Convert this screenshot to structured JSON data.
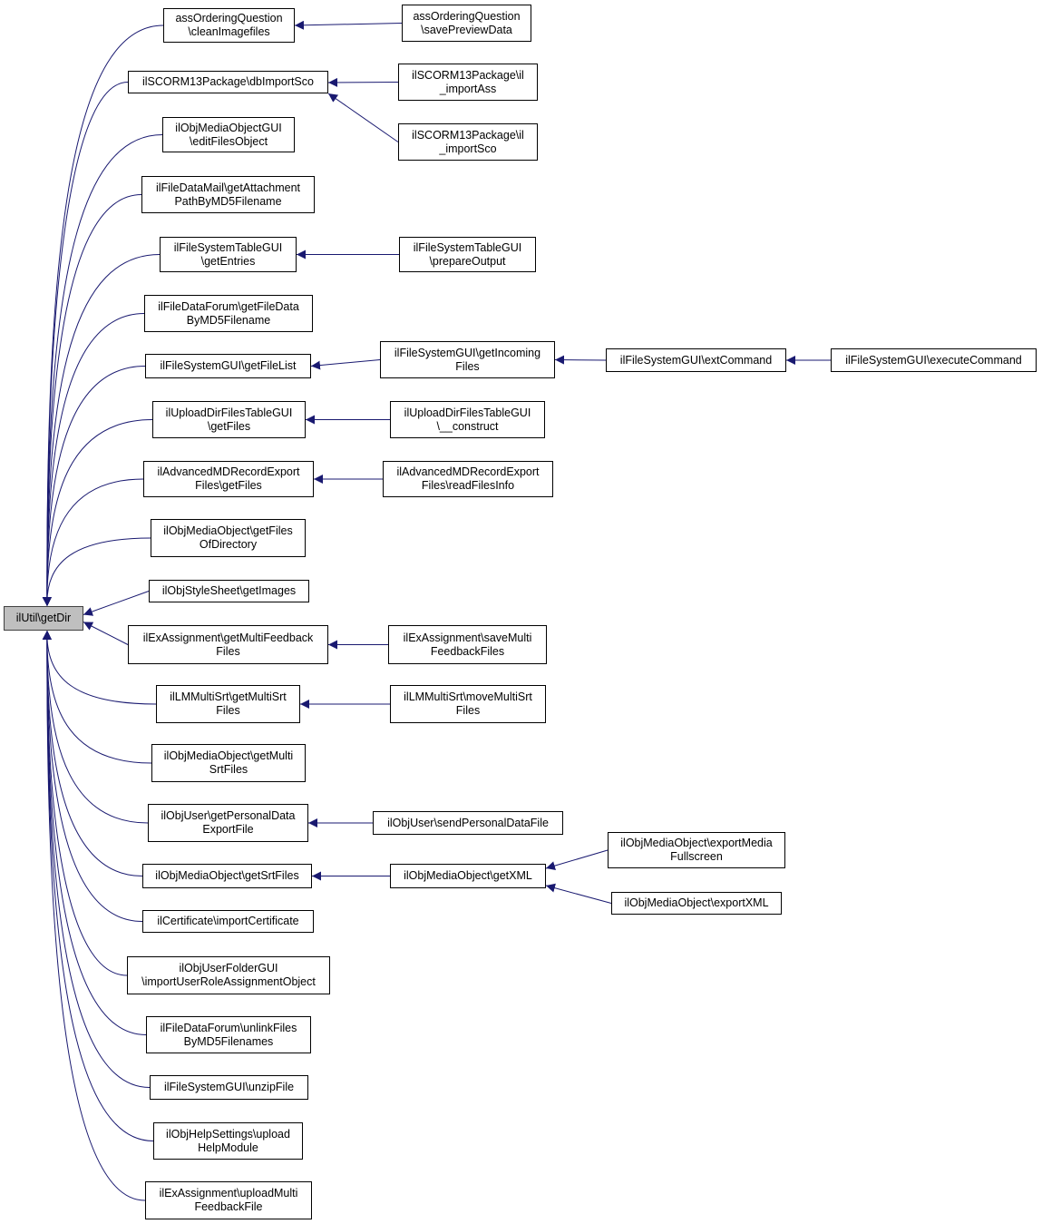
{
  "colors": {
    "edge": "#191970",
    "node_border": "#000000",
    "root_fill": "#bfbfbf",
    "node_fill": "#ffffff"
  },
  "nodes": [
    {
      "id": "root",
      "label": "ilUtil\\getDir",
      "root": true
    },
    {
      "id": "n1",
      "label": "assOrderingQuestion\n\\cleanImagefiles"
    },
    {
      "id": "n2",
      "label": "ilSCORM13Package\\dbImportSco"
    },
    {
      "id": "n3",
      "label": "ilObjMediaObjectGUI\n\\editFilesObject"
    },
    {
      "id": "n4",
      "label": "ilFileDataMail\\getAttachment\nPathByMD5Filename"
    },
    {
      "id": "n5",
      "label": "ilFileSystemTableGUI\n\\getEntries"
    },
    {
      "id": "n6",
      "label": "ilFileDataForum\\getFileData\nByMD5Filename"
    },
    {
      "id": "n7",
      "label": "ilFileSystemGUI\\getFileList"
    },
    {
      "id": "n8",
      "label": "ilUploadDirFilesTableGUI\n\\getFiles"
    },
    {
      "id": "n9",
      "label": "ilAdvancedMDRecordExport\nFiles\\getFiles"
    },
    {
      "id": "n10",
      "label": "ilObjMediaObject\\getFiles\nOfDirectory"
    },
    {
      "id": "n11",
      "label": "ilObjStyleSheet\\getImages"
    },
    {
      "id": "n12",
      "label": "ilExAssignment\\getMultiFeedback\nFiles"
    },
    {
      "id": "n13",
      "label": "ilLMMultiSrt\\getMultiSrt\nFiles"
    },
    {
      "id": "n14",
      "label": "ilObjMediaObject\\getMulti\nSrtFiles"
    },
    {
      "id": "n15",
      "label": "ilObjUser\\getPersonalData\nExportFile"
    },
    {
      "id": "n16",
      "label": "ilObjMediaObject\\getSrtFiles"
    },
    {
      "id": "n17",
      "label": "ilCertificate\\importCertificate"
    },
    {
      "id": "n18",
      "label": "ilObjUserFolderGUI\n\\importUserRoleAssignmentObject"
    },
    {
      "id": "n19",
      "label": "ilFileDataForum\\unlinkFiles\nByMD5Filenames"
    },
    {
      "id": "n20",
      "label": "ilFileSystemGUI\\unzipFile"
    },
    {
      "id": "n21",
      "label": "ilObjHelpSettings\\upload\nHelpModule"
    },
    {
      "id": "n22",
      "label": "ilExAssignment\\uploadMulti\nFeedbackFile"
    },
    {
      "id": "m1",
      "label": "assOrderingQuestion\n\\savePreviewData"
    },
    {
      "id": "m2",
      "label": "ilSCORM13Package\\il\n_importAss"
    },
    {
      "id": "m3",
      "label": "ilSCORM13Package\\il\n_importSco"
    },
    {
      "id": "m4",
      "label": "ilFileSystemTableGUI\n\\prepareOutput"
    },
    {
      "id": "m5",
      "label": "ilFileSystemGUI\\getIncoming\nFiles"
    },
    {
      "id": "m6",
      "label": "ilFileSystemGUI\\extCommand"
    },
    {
      "id": "m7",
      "label": "ilFileSystemGUI\\executeCommand"
    },
    {
      "id": "m8",
      "label": "ilUploadDirFilesTableGUI\n\\__construct"
    },
    {
      "id": "m9",
      "label": "ilAdvancedMDRecordExport\nFiles\\readFilesInfo"
    },
    {
      "id": "m10",
      "label": "ilExAssignment\\saveMulti\nFeedbackFiles"
    },
    {
      "id": "m11",
      "label": "ilLMMultiSrt\\moveMultiSrt\nFiles"
    },
    {
      "id": "m12",
      "label": "ilObjUser\\sendPersonalDataFile"
    },
    {
      "id": "m13",
      "label": "ilObjMediaObject\\getXML"
    },
    {
      "id": "m14",
      "label": "ilObjMediaObject\\exportMedia\nFullscreen"
    },
    {
      "id": "m15",
      "label": "ilObjMediaObject\\exportXML"
    }
  ],
  "edges": [
    [
      "n1",
      "root"
    ],
    [
      "n2",
      "root"
    ],
    [
      "n3",
      "root"
    ],
    [
      "n4",
      "root"
    ],
    [
      "n5",
      "root"
    ],
    [
      "n6",
      "root"
    ],
    [
      "n7",
      "root"
    ],
    [
      "n8",
      "root"
    ],
    [
      "n9",
      "root"
    ],
    [
      "n10",
      "root"
    ],
    [
      "n11",
      "root"
    ],
    [
      "n12",
      "root"
    ],
    [
      "n13",
      "root"
    ],
    [
      "n14",
      "root"
    ],
    [
      "n15",
      "root"
    ],
    [
      "n16",
      "root"
    ],
    [
      "n17",
      "root"
    ],
    [
      "n18",
      "root"
    ],
    [
      "n19",
      "root"
    ],
    [
      "n20",
      "root"
    ],
    [
      "n21",
      "root"
    ],
    [
      "n22",
      "root"
    ],
    [
      "m1",
      "n1"
    ],
    [
      "m2",
      "n2"
    ],
    [
      "m3",
      "n2"
    ],
    [
      "m4",
      "n5"
    ],
    [
      "m5",
      "n7"
    ],
    [
      "m6",
      "m5"
    ],
    [
      "m7",
      "m6"
    ],
    [
      "m8",
      "n8"
    ],
    [
      "m9",
      "n9"
    ],
    [
      "m10",
      "n12"
    ],
    [
      "m11",
      "n13"
    ],
    [
      "m12",
      "n15"
    ],
    [
      "m13",
      "n16"
    ],
    [
      "m14",
      "m13"
    ],
    [
      "m15",
      "m13"
    ]
  ]
}
